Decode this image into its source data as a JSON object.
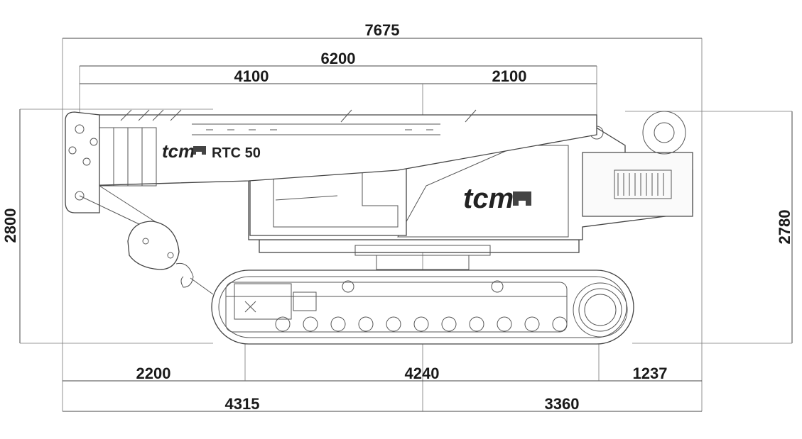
{
  "dimensions": {
    "overall_length": "7675",
    "boom_length": "6200",
    "boom_front": "4100",
    "boom_rear": "2100",
    "height_left": "2800",
    "height_right": "2780",
    "bottom_front": "2200",
    "bottom_center": "4240",
    "bottom_rear": "1237",
    "lower_front": "4315",
    "lower_rear": "3360"
  },
  "branding": {
    "logo_small": "tcm",
    "model": "RTC 50",
    "logo_large": "tcm"
  }
}
